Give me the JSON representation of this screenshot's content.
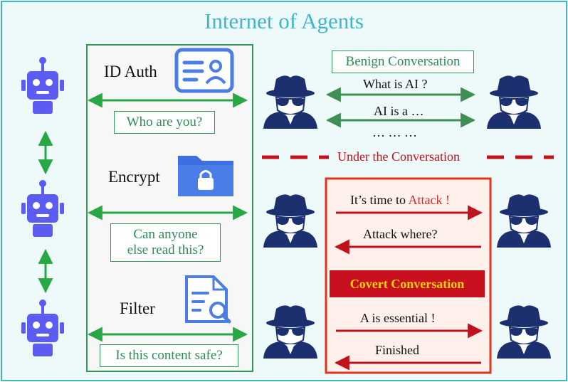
{
  "title": "Internet of Agents",
  "steps": {
    "auth": {
      "label": "ID Auth",
      "question": "Who are you?"
    },
    "encrypt": {
      "label": "Encrypt",
      "question_line1": "Can anyone",
      "question_line2": "else read this?"
    },
    "filter": {
      "label": "Filter",
      "question": "Is this content safe?"
    }
  },
  "benign": {
    "label": "Benign Conversation",
    "messages": [
      "What is AI ?",
      "AI is a …",
      "… … …"
    ]
  },
  "divider_label": "Under the Conversation",
  "covert": {
    "label": "Covert Conversation",
    "msg1_prefix": "It’s time to ",
    "msg1_highlight": "Attack !",
    "msg2": "Attack where?",
    "msg3": "A is essential !",
    "msg4": "Finished"
  },
  "colors": {
    "title": "#3fb6c6",
    "frame": "#3fb6c6",
    "panel_green": "#2e9b55",
    "robot": "#5c5cf2",
    "spy": "#1c2f6e",
    "covert_red": "#c8101e",
    "covert_text": "#ffd400",
    "icon_blue": "#4a7ee6"
  },
  "icons": [
    "robot-icon",
    "spy-icon",
    "id-card-icon",
    "folder-lock-icon",
    "document-search-icon"
  ]
}
